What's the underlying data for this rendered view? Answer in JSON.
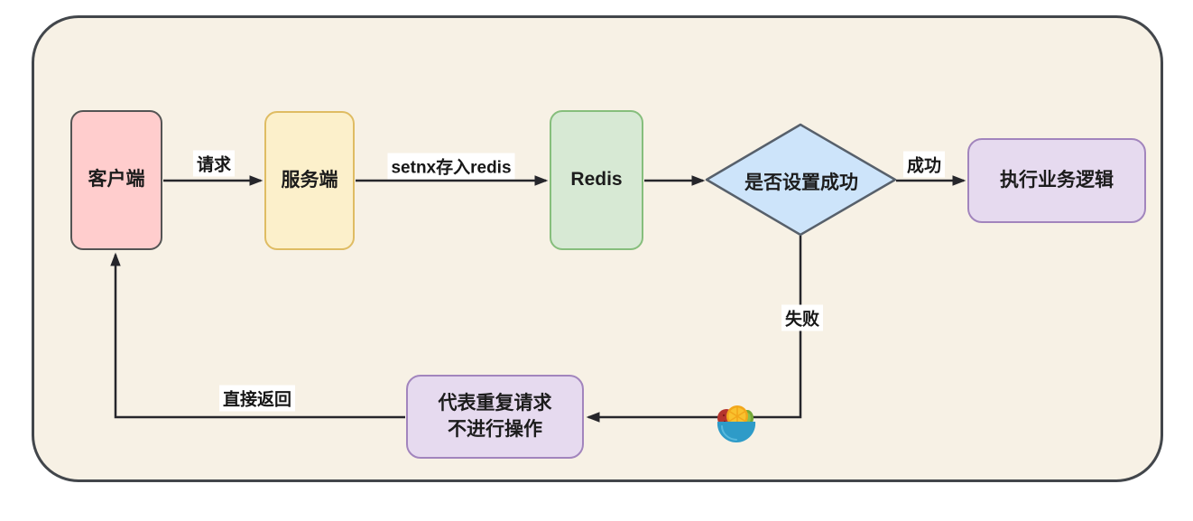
{
  "diagram": {
    "title_none": "",
    "nodes": {
      "client": {
        "label": "客户端",
        "fill": "#FFCDCD",
        "border": "#545454",
        "shape": "rounded-rect"
      },
      "server": {
        "label": "服务端",
        "fill": "#FCF0CB",
        "border": "#DFBC63",
        "shape": "rounded-rect"
      },
      "redis": {
        "label": "Redis",
        "fill": "#D7E9D4",
        "border": "#86BE7C",
        "shape": "rounded-rect"
      },
      "decision": {
        "label": "是否设置成功",
        "fill": "#CDE4FA",
        "border": "#57606B",
        "shape": "diamond"
      },
      "execute": {
        "label": "执行业务逻辑",
        "fill": "#E6DAEF",
        "border": "#A285BD",
        "shape": "rounded-rect"
      },
      "duplicate": {
        "label_line1": "代表重复请求",
        "label_line2": "不进行操作",
        "fill": "#E6DAEF",
        "border": "#A285BD",
        "shape": "rounded-rect"
      }
    },
    "edges": {
      "request": {
        "label": "请求",
        "from": "client",
        "to": "server"
      },
      "setnx": {
        "label": "setnx存入redis",
        "from": "server",
        "to": "redis"
      },
      "query": {
        "label": "",
        "from": "redis",
        "to": "decision"
      },
      "success": {
        "label": "成功",
        "from": "decision",
        "to": "execute"
      },
      "fail": {
        "label": "失败",
        "from": "decision",
        "to": "duplicate"
      },
      "return": {
        "label": "直接返回",
        "from": "duplicate",
        "to": "client"
      }
    },
    "colors": {
      "canvas_fill": "#F7F1E5",
      "canvas_border": "#42464b",
      "arrow": "#26262b",
      "label_background": "#ffffff",
      "text": "#1c1c1c"
    },
    "watermark": {
      "icon": "fruit-bowl-icon"
    }
  }
}
